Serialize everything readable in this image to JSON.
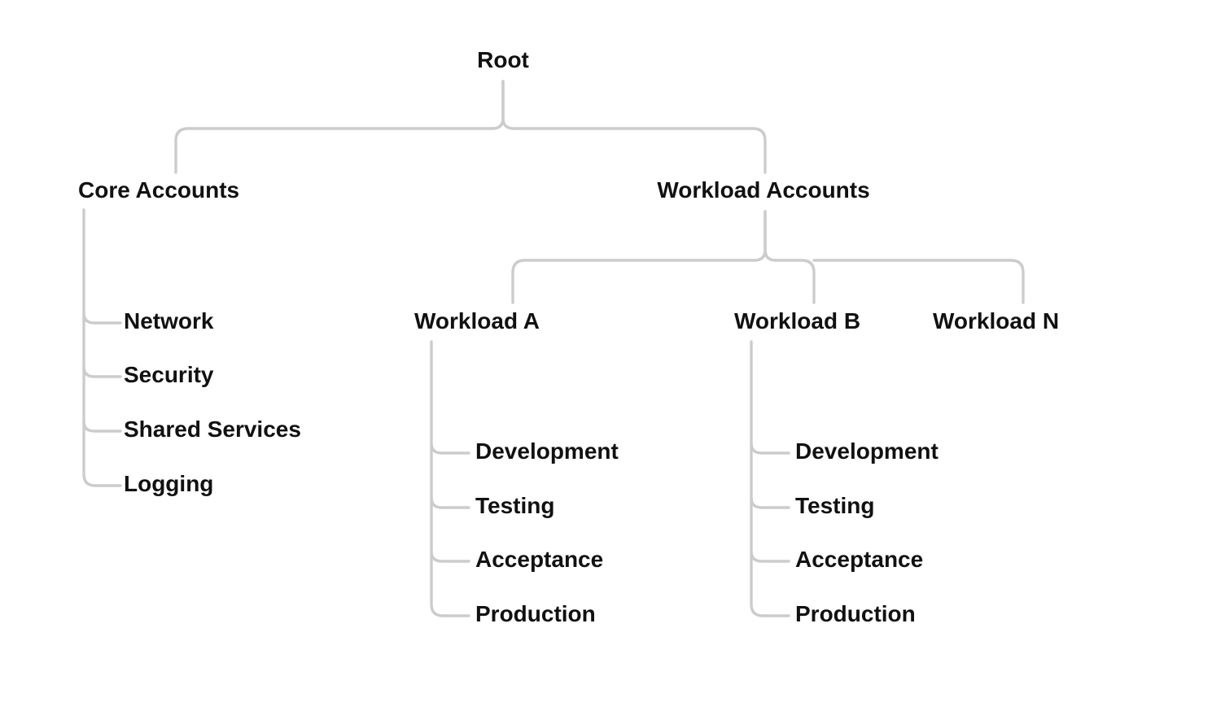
{
  "diagram": {
    "title": "Root",
    "type": "organizational-tree",
    "background_color": "#ffffff",
    "connector_color": "#cccccc",
    "text_color": "#111111",
    "nodes": {
      "root": "Root",
      "core_accounts": "Core Accounts",
      "workload_accounts": "Workload Accounts",
      "workload_a": "Workload A",
      "workload_b": "Workload B",
      "workload_n": "Workload N"
    },
    "core_children": [
      "Network",
      "Security",
      "Shared Services",
      "Logging"
    ],
    "workload_a_children": [
      "Development",
      "Testing",
      "Acceptance",
      "Production"
    ],
    "workload_b_children": [
      "Development",
      "Testing",
      "Acceptance",
      "Production"
    ]
  }
}
